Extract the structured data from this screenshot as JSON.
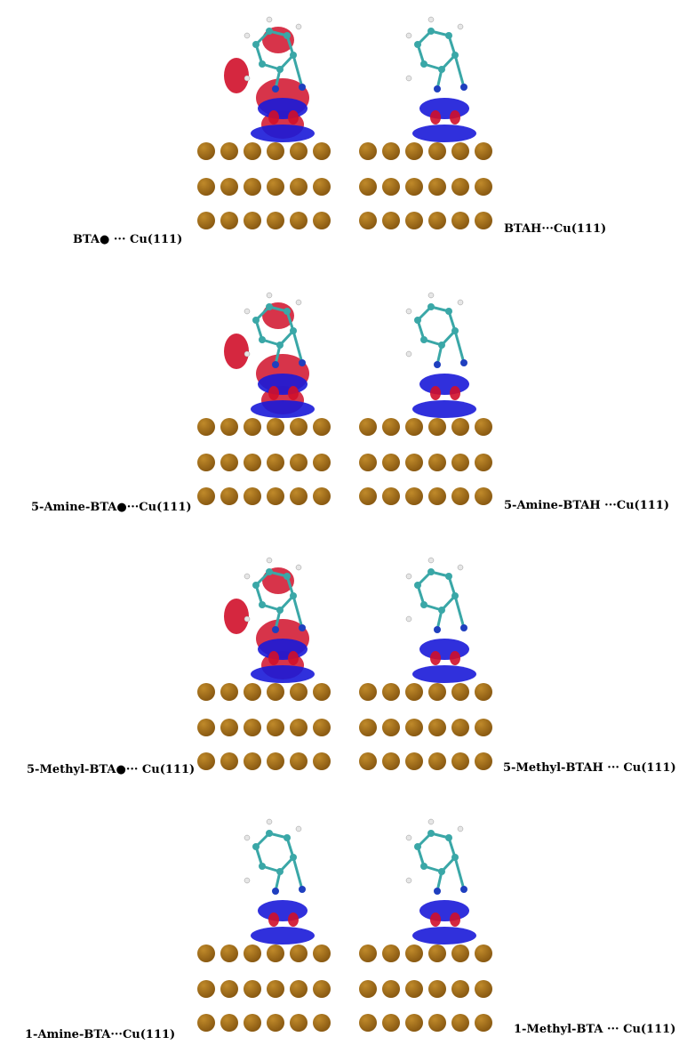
{
  "colors": {
    "copper": "#8a5a12",
    "copper_light": "#c08a2a",
    "carbon": "#3aa7a7",
    "hydrogen": "#e6e6e6",
    "nitrogen": "#1f3fbf",
    "density_red": "#d0102a",
    "density_blue": "#1a1ad8"
  },
  "icons": [
    "copper-atom-icon",
    "molecule-icon",
    "charge-density-icon"
  ],
  "rows": [
    {
      "left": {
        "label": "BTA● ··· Cu(111)",
        "variant": "radical"
      },
      "right": {
        "label": "BTAH···Cu(111)",
        "variant": "neutral"
      }
    },
    {
      "left": {
        "label": "5-Amine-BTA●···Cu(111)",
        "variant": "radical"
      },
      "right": {
        "label": "5-Amine-BTAH ···Cu(111)",
        "variant": "neutral"
      }
    },
    {
      "left": {
        "label": "5-Methyl-BTA●··· Cu(111)",
        "variant": "radical"
      },
      "right": {
        "label": "5-Methyl-BTAH ··· Cu(111)",
        "variant": "neutral"
      }
    },
    {
      "left": {
        "label": "1-Amine-BTA···Cu(111)",
        "variant": "neutral"
      },
      "right": {
        "label": "1-Methyl-BTA ··· Cu(111)",
        "variant": "neutral"
      }
    }
  ]
}
